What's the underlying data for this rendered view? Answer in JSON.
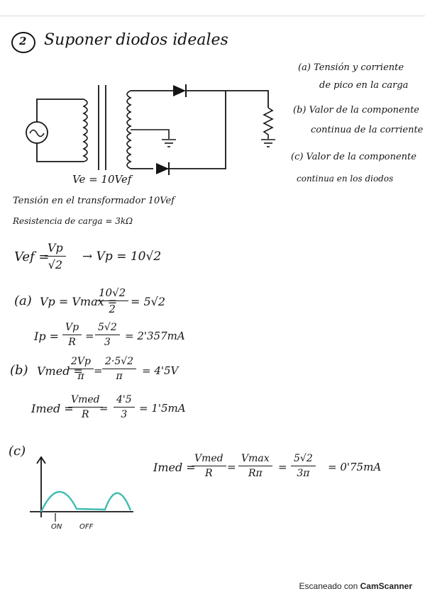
{
  "header": {
    "problem_number": "2",
    "title": "Suponer diodos ideales"
  },
  "questions": {
    "a": "(a) Tensión y corriente",
    "a2": "de pico en la carga",
    "b": "(b) Valor de la componente",
    "b2": "continua de la corriente",
    "c": "(c) Valor de la componente",
    "c2": "continua en los diodos"
  },
  "circuit": {
    "ve_label": "Ve = 10Vef"
  },
  "givens": {
    "tension": "Tensión en el transformador 10Vef",
    "resistance": "Resistencia de carga = 3kΩ"
  },
  "eq_vef": {
    "lhs": "Vef =",
    "num": "Vp",
    "den": "√2",
    "result": "→ Vp = 10√2"
  },
  "part_a": {
    "label": "(a)",
    "lhs": "Vp = Vmax =",
    "num": "10√2",
    "den": "2",
    "rhs": "= 5√2",
    "ip_lhs": "Ip =",
    "ip_num1": "Vp",
    "ip_den1": "R",
    "ip_eq": "=",
    "ip_num2": "5√2",
    "ip_den2": "3",
    "ip_rhs": "= 2'357mA"
  },
  "part_b": {
    "label": "(b)",
    "lhs": "Vmed =",
    "num1": "2Vp",
    "den1": "π",
    "eq": "=",
    "num2": "2·5√2",
    "den2": "π",
    "rhs": "= 4'5V",
    "i_lhs": "Imed =",
    "i_num1": "Vmed",
    "i_den1": "R",
    "i_eq": "=",
    "i_num2": "4'5",
    "i_den2": "3",
    "i_rhs": "= 1'5mA"
  },
  "part_c": {
    "label": "(c)",
    "graph_on": "ON",
    "graph_off": "OFF",
    "lhs": "Imed =",
    "num1": "Vmed",
    "den1": "R",
    "eq1": "=",
    "num2": "Vmax",
    "den2": "Rπ",
    "eq2": "=",
    "num3": "5√2",
    "den3": "3π",
    "rhs": "= 0'75mA"
  },
  "footer": {
    "prefix": "Escaneado con",
    "brand": "CamScanner"
  },
  "colors": {
    "ink": "#151515",
    "graph": "#3fbcb0"
  }
}
